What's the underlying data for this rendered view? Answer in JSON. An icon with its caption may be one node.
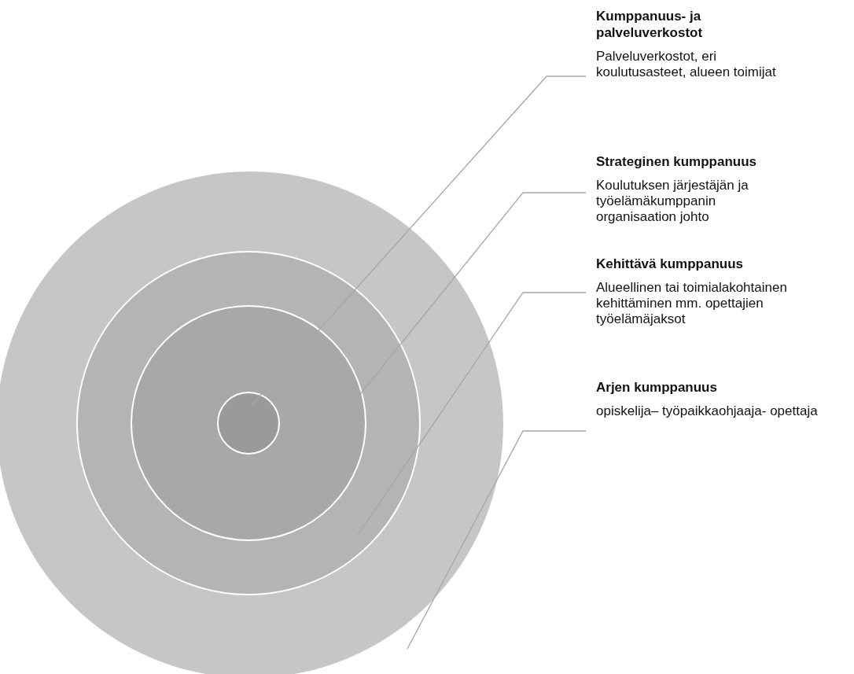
{
  "diagram": {
    "nodes": [
      {
        "text": [
          "Kumppanuus- ja palveluverkostot",
          "Palveluverkostot, eri koulutusasteet, alueen toimijat"
        ]
      },
      {
        "text": [
          "Strateginen kumppanuus",
          "Koulutuksen järjestäjän ja työelämäkumppanin organisaation johto"
        ]
      },
      {
        "text": [
          "Kehittävä kumppanuus",
          "Alueellinen tai toimialakohtainen kehittäminen mm. opettajien työelämäjaksot"
        ]
      },
      {
        "text": [
          "Arjen kumppanuus",
          "opiskelija– työpaikkaohjaaja- opettaja"
        ]
      },
      {
        "text": [],
        "shape": "circle"
      },
      {
        "text": [],
        "shape": "circle",
        "in": 4
      },
      {
        "text": [],
        "shape": "circle",
        "in": 5
      },
      {
        "text": [],
        "shape": "circle",
        "in": 6
      }
    ],
    "edges": [
      {
        "from": 0,
        "to": 7,
        "arrow": "none"
      },
      {
        "from": 1,
        "to": 6,
        "arrow": "none"
      },
      {
        "from": 2,
        "to": 5,
        "arrow": "none"
      },
      {
        "from": 3,
        "to": 4,
        "arrow": "none"
      }
    ]
  }
}
